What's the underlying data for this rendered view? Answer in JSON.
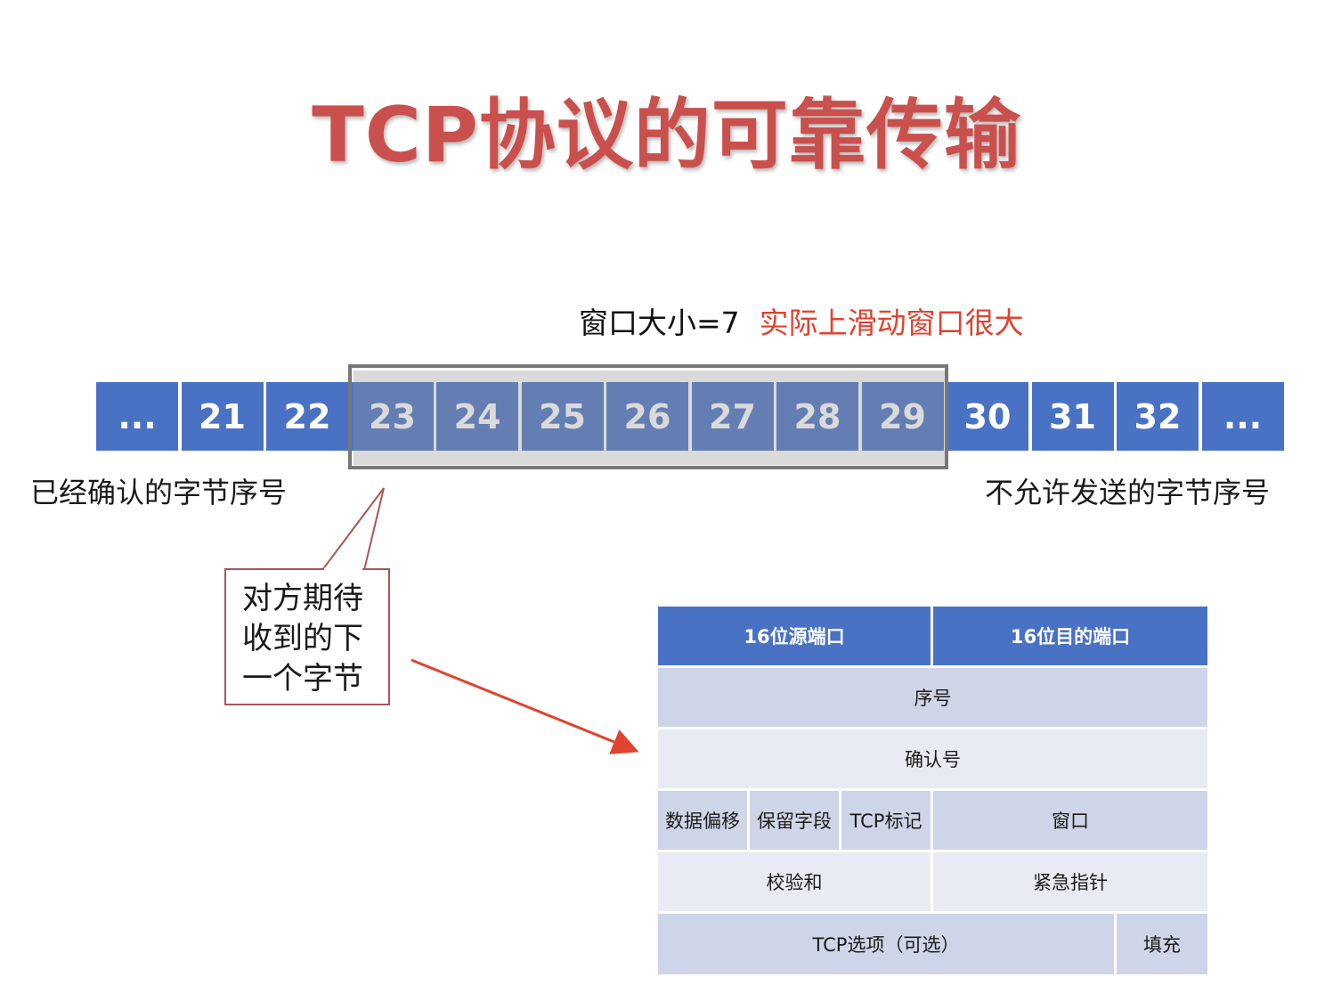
{
  "title": "TCP协议的可靠传输",
  "window_label": {
    "size_text": "窗口大小=7",
    "note_text": "实际上滑动窗口很大"
  },
  "byte_cells": [
    "...",
    "21",
    "22",
    "23",
    "24",
    "25",
    "26",
    "27",
    "28",
    "29",
    "30",
    "31",
    "32",
    "..."
  ],
  "window_range": {
    "first": "23",
    "last": "29",
    "size": 7
  },
  "left_label": "已经确认的字节序号",
  "right_label": "不允许发送的字节序号",
  "callout": {
    "lines": [
      "对方期待",
      "收到的下",
      "一个字节"
    ]
  },
  "tcp_header": {
    "rows": [
      [
        "16位源端口",
        "16位目的端口"
      ],
      [
        "序号"
      ],
      [
        "确认号"
      ],
      [
        "数据偏移",
        "保留字段",
        "TCP标记",
        "窗口"
      ],
      [
        "校验和",
        "紧急指针"
      ],
      [
        "TCP选项（可选）",
        "填充"
      ]
    ]
  },
  "colors": {
    "title": "#c9504c",
    "cell_blue": "#4a72c4",
    "note_red": "#e0432f",
    "arrow_red": "#e0432f",
    "table_dark": "#cfd5e8",
    "table_light": "#e8ebf4"
  }
}
